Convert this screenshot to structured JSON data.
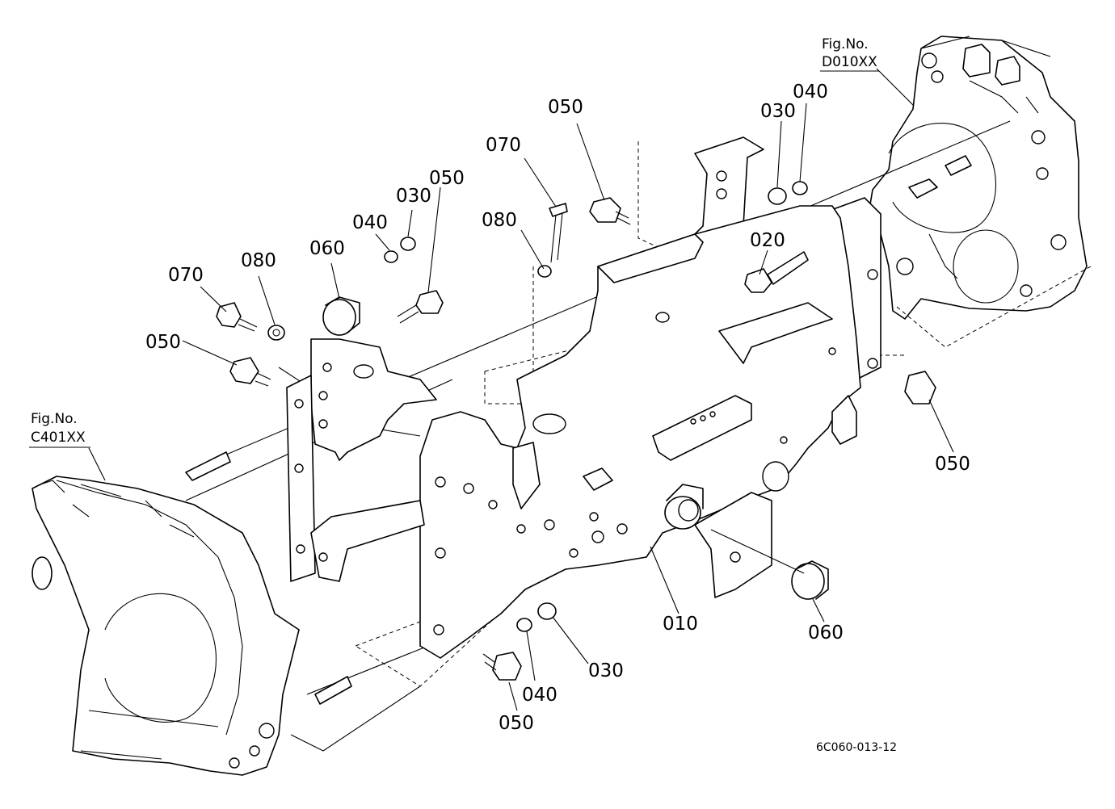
{
  "figure_refs": [
    {
      "id": "rear",
      "caption": "Fig.No.",
      "code": "D010XX"
    },
    {
      "id": "front",
      "caption": "Fig.No.",
      "code": "C401XX"
    }
  ],
  "callouts": [
    {
      "id": "c010",
      "text": "010"
    },
    {
      "id": "c020",
      "text": "020"
    },
    {
      "id": "c030a",
      "text": "030"
    },
    {
      "id": "c040a",
      "text": "040"
    },
    {
      "id": "c050a",
      "text": "050"
    },
    {
      "id": "c070a",
      "text": "070"
    },
    {
      "id": "c080a",
      "text": "080"
    },
    {
      "id": "c070b",
      "text": "070"
    },
    {
      "id": "c080b",
      "text": "080"
    },
    {
      "id": "c060a",
      "text": "060"
    },
    {
      "id": "c040b",
      "text": "040"
    },
    {
      "id": "c030b",
      "text": "030"
    },
    {
      "id": "c050b",
      "text": "050"
    },
    {
      "id": "c050c",
      "text": "050"
    },
    {
      "id": "c050d",
      "text": "050"
    },
    {
      "id": "c060b",
      "text": "060"
    },
    {
      "id": "c040c",
      "text": "040"
    },
    {
      "id": "c030c",
      "text": "030"
    },
    {
      "id": "c050e",
      "text": "050"
    }
  ],
  "drawing_code": "6C060-013-12"
}
